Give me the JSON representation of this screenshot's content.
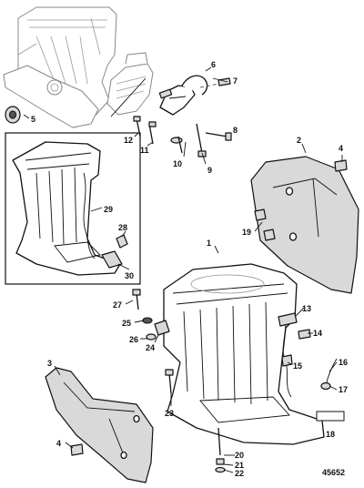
{
  "diagram": {
    "reference_number": "45652",
    "callouts": [
      "1",
      "2",
      "3",
      "4",
      "4",
      "5",
      "6",
      "7",
      "8",
      "9",
      "10",
      "11",
      "12",
      "13",
      "14",
      "15",
      "16",
      "17",
      "18",
      "19",
      "20",
      "21",
      "22",
      "23",
      "24",
      "25",
      "26",
      "27",
      "28",
      "29",
      "30"
    ]
  }
}
